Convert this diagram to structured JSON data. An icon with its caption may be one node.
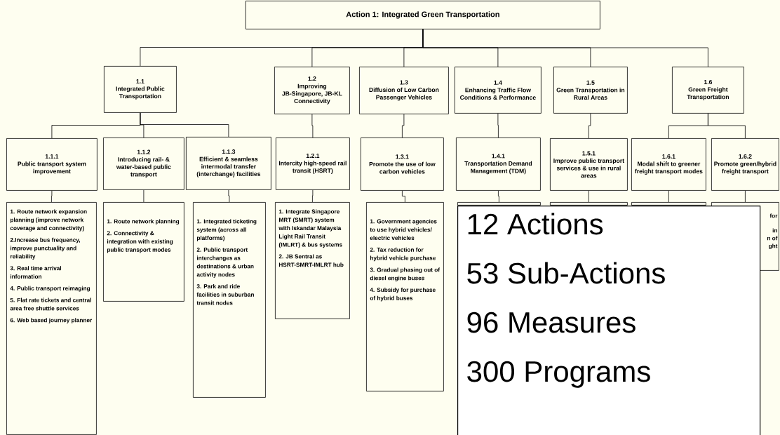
{
  "diagram": {
    "nodes": [
      {
        "text": [
          "Action 1: Integrated Green Transportation"
        ]
      },
      {
        "text": [
          "1.1",
          "Integrated Public Transportation"
        ]
      },
      {
        "text": [
          "1.2",
          "Improving JB-Singapore, JB-KL Connectivity"
        ]
      },
      {
        "text": [
          "1.3",
          "Diffusion of Low Carbon Passenger Vehicles"
        ]
      },
      {
        "text": [
          "1.4",
          "Enhancing Traffic Flow Conditions & Performance"
        ]
      },
      {
        "text": [
          "1.5",
          "Green Transportation in Rural Areas"
        ]
      },
      {
        "text": [
          "1.6",
          "Green Freight Transportation"
        ]
      },
      {
        "text": [
          "1.1.1",
          "Public transport system improvement"
        ]
      },
      {
        "text": [
          "1.1.2",
          "Introducing rail- & water-based public transport"
        ]
      },
      {
        "text": [
          "1.1.3",
          "Efficient & seamless intermodal transfer (interchange) facilities"
        ]
      },
      {
        "text": [
          "1.2.1",
          "Intercity high-speed rail transit (HSRT)"
        ]
      },
      {
        "text": [
          "1.3.1",
          "Promote the use of low carbon vehicles"
        ]
      },
      {
        "text": [
          "1.4.1",
          "Transportation Demand Management (TDM)"
        ]
      },
      {
        "text": [
          "1.5.1",
          "Improve public transport services & use in rural areas"
        ]
      },
      {
        "text": [
          "1.6.1",
          "Modal shift to greener freight transport modes"
        ]
      },
      {
        "text": [
          "1.6.2",
          "Promote green/hybrid freight transport"
        ]
      },
      {
        "text": [
          "1. Route network expansion planning (improve network coverage and connectivity)",
          "2.Increase bus frequency, improve punctuality and reliability",
          "3. Real time  arrival information",
          "4. Public transport reimaging",
          "5. Flat rate tickets and central area free shuttle services",
          "6. Web based journey planner"
        ]
      },
      {
        "text": [
          "1. Route network planning",
          "2. Connectivity & integration with existing public transport modes"
        ]
      },
      {
        "text": [
          "1. Integrated ticketing system (across all platforms)",
          "2. Public transport interchanges as destinations & urban activity nodes",
          "3. Park and ride  facilities in suburban transit nodes"
        ]
      },
      {
        "text": [
          "1. Integrate Singapore MRT (SMRT) system with Iskandar Malaysia Light Rail Transit (IMLRT) & bus systems",
          "2. JB Sentral as HSRT-SMRT-IMLRT hub"
        ]
      },
      {
        "text": [
          "1. Government agencies to use hybrid vehicles/ electric vehicles",
          "2. Tax reduction for hybrid vehicle purchase",
          "3. Gradual phasing out of diesel engine buses",
          "4. Subsidy for purchase of hybrid buses"
        ]
      },
      {
        "text": [],
        "shape": "box"
      },
      {
        "text": [],
        "shape": "box"
      },
      {
        "text": [],
        "shape": "box"
      },
      {
        "text": [
          "for",
          "in",
          "n of",
          "ght"
        ]
      },
      {
        "text": [
          "12 Actions",
          "53 Sub-Actions",
          "96 Measures",
          "300 Programs"
        ]
      }
    ],
    "edges": [
      {
        "from": 0,
        "to": 1,
        "arrow": "none"
      },
      {
        "from": 0,
        "to": 2,
        "arrow": "none"
      },
      {
        "from": 0,
        "to": 3,
        "arrow": "none"
      },
      {
        "from": 0,
        "to": 4,
        "arrow": "none"
      },
      {
        "from": 0,
        "to": 5,
        "arrow": "none"
      },
      {
        "from": 0,
        "to": 6,
        "arrow": "none"
      },
      {
        "from": 1,
        "to": 7,
        "arrow": "none"
      },
      {
        "from": 1,
        "to": 8,
        "arrow": "none"
      },
      {
        "from": 1,
        "to": 9,
        "arrow": "none"
      },
      {
        "from": 2,
        "to": 10,
        "arrow": "none"
      },
      {
        "from": 3,
        "to": 11,
        "arrow": "none"
      },
      {
        "from": 4,
        "to": 12,
        "arrow": "none"
      },
      {
        "from": 5,
        "to": 13,
        "arrow": "none"
      },
      {
        "from": 6,
        "to": 14,
        "arrow": "none"
      },
      {
        "from": 6,
        "to": 15,
        "arrow": "none"
      },
      {
        "from": 7,
        "to": 16,
        "arrow": "none"
      },
      {
        "from": 8,
        "to": 17,
        "arrow": "none"
      },
      {
        "from": 9,
        "to": 18,
        "arrow": "none"
      },
      {
        "from": 10,
        "to": 19,
        "arrow": "none"
      },
      {
        "from": 11,
        "to": 20,
        "arrow": "none"
      },
      {
        "from": 12,
        "to": 21,
        "arrow": "none"
      },
      {
        "from": 13,
        "to": 22,
        "arrow": "none"
      },
      {
        "from": 14,
        "to": 23,
        "arrow": "none"
      },
      {
        "from": 15,
        "to": 24,
        "arrow": "none"
      }
    ]
  }
}
